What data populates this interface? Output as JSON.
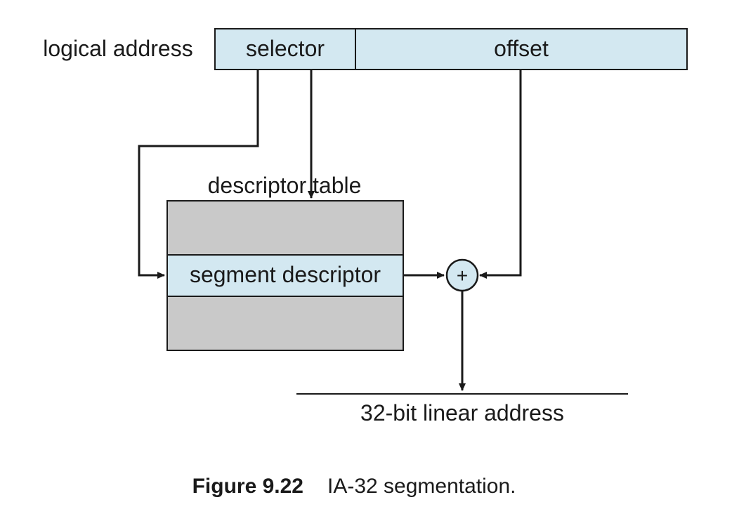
{
  "logical_address": {
    "label": "logical address",
    "selector": "selector",
    "offset": "offset"
  },
  "descriptor_table": {
    "label": "descriptor table",
    "segment_descriptor": "segment descriptor"
  },
  "adder": {
    "symbol": "+"
  },
  "output": {
    "label": "32-bit linear address"
  },
  "caption": {
    "number": "Figure 9.22",
    "text": "IA-32 segmentation."
  },
  "colors": {
    "field_fill": "#d3e8f1",
    "table_fill": "#c9c9c9",
    "stroke": "#1a1a1a"
  }
}
